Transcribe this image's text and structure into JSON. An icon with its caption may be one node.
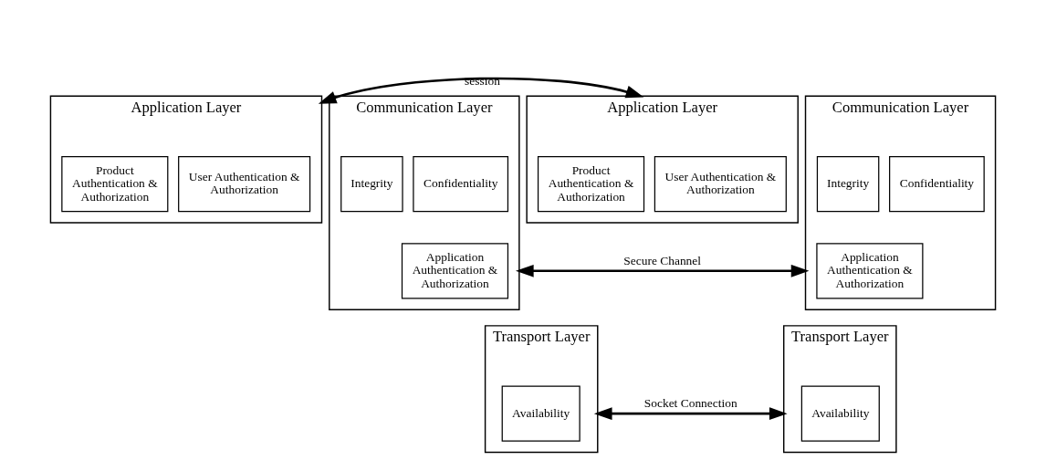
{
  "diagram": {
    "nodes": [
      {
        "text": [
          "Application Layer"
        ]
      },
      {
        "text": [
          "User Authentication & Authorization"
        ],
        "in": 0
      },
      {
        "text": [
          "Product Authentication & Authorization"
        ],
        "in": 0
      },
      {
        "text": [
          "Application Layer"
        ]
      },
      {
        "text": [
          "User Authentication & Authorization"
        ],
        "in": 3
      },
      {
        "text": [
          "Product Authentication & Authorization"
        ],
        "in": 3
      },
      {
        "text": [
          "Communication Layer"
        ]
      },
      {
        "text": [
          "Application Authentication & Authorization"
        ],
        "in": 6
      },
      {
        "text": [
          "Confidentiality"
        ],
        "in": 6
      },
      {
        "text": [
          "Integrity"
        ],
        "in": 6
      },
      {
        "text": [
          "Communication Layer"
        ]
      },
      {
        "text": [
          "Application Authentication & Authorization"
        ],
        "in": 10
      },
      {
        "text": [
          "Confidentiality"
        ],
        "in": 10
      },
      {
        "text": [
          "Integrity"
        ],
        "in": 10
      },
      {
        "text": [
          "Transport Layer"
        ]
      },
      {
        "text": [
          "Availability"
        ],
        "in": 14
      },
      {
        "text": [
          "Transport Layer"
        ]
      },
      {
        "text": [
          "Availability"
        ],
        "in": 16
      }
    ],
    "edges": [
      {
        "from": 0,
        "to": 3,
        "arrow": "both",
        "label": "session"
      },
      {
        "from": 6,
        "to": 10,
        "arrow": "both",
        "label": "Secure Channel"
      },
      {
        "from": 14,
        "to": 16,
        "arrow": "both",
        "label": "Socket Connection"
      }
    ]
  }
}
